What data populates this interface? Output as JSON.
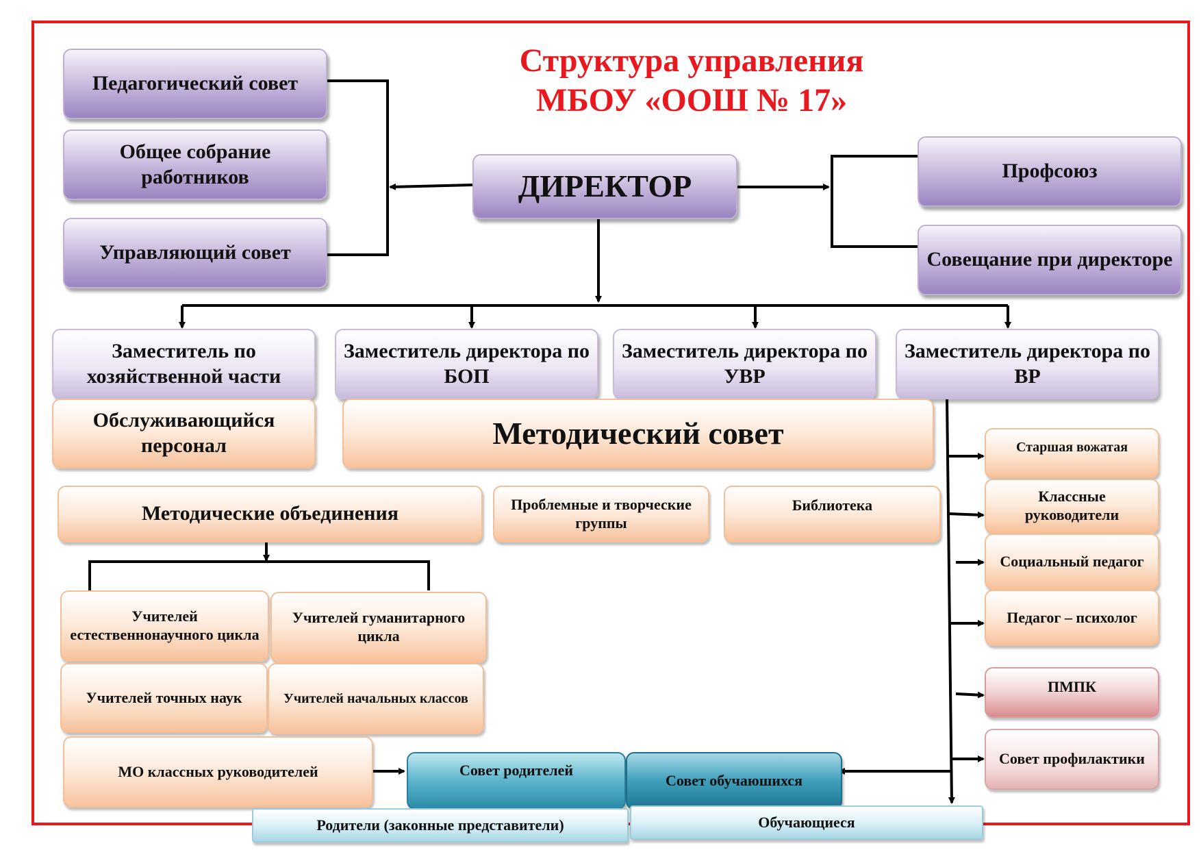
{
  "title": {
    "line1": "Структура управления",
    "line2": "МБОУ «ООШ № 17»"
  },
  "colors": {
    "title": "#e8181e",
    "frame": "#e8181e",
    "lines": "#000000"
  },
  "boxes": {
    "ped_sovet": "Педагогический совет",
    "obshee_sobranie": "Общее собрание работников",
    "upr_sovet": "Управляющий совет",
    "director": "ДИРЕКТОР",
    "profsoyuz": "Профсоюз",
    "soveshanie": "Совещание при директоре",
    "zam_hoz": "Заместитель по хозяйственной части",
    "zam_bop": "Заместитель директора по БОП",
    "zam_uvr": "Заместитель директора по УВР",
    "zam_vr": "Заместитель директора по ВР",
    "obsl_personal": "Обслуживающийся персонал",
    "metod_sovet": "Методический совет",
    "metod_obed": "Методические объединения",
    "problem_groups": "Проблемные и творческие группы",
    "biblioteka": "Библиотека",
    "uch_estestv": "Учителей естественнонаучного цикла",
    "uch_gum": "Учителей гуманитарного цикла",
    "uch_tochn": "Учителей точных наук",
    "uch_nach": "Учителей начальных классов",
    "mo_klass": "МО классных руководителей",
    "sovet_roditeley": "Совет родителей",
    "sovet_obuch": "Совет обучаюшихся",
    "roditeli": "Родители (законные представители)",
    "obuchayushiesya": "Обучающиеся",
    "starshaya_vozh": "Старшая вожатая",
    "klass_ruk": "Классные руководители",
    "soc_ped": "Социальный педагог",
    "ped_psih": "Педагог – психолог",
    "pmpk": "ПМПК",
    "sovet_prof": "Совет профилактики"
  }
}
